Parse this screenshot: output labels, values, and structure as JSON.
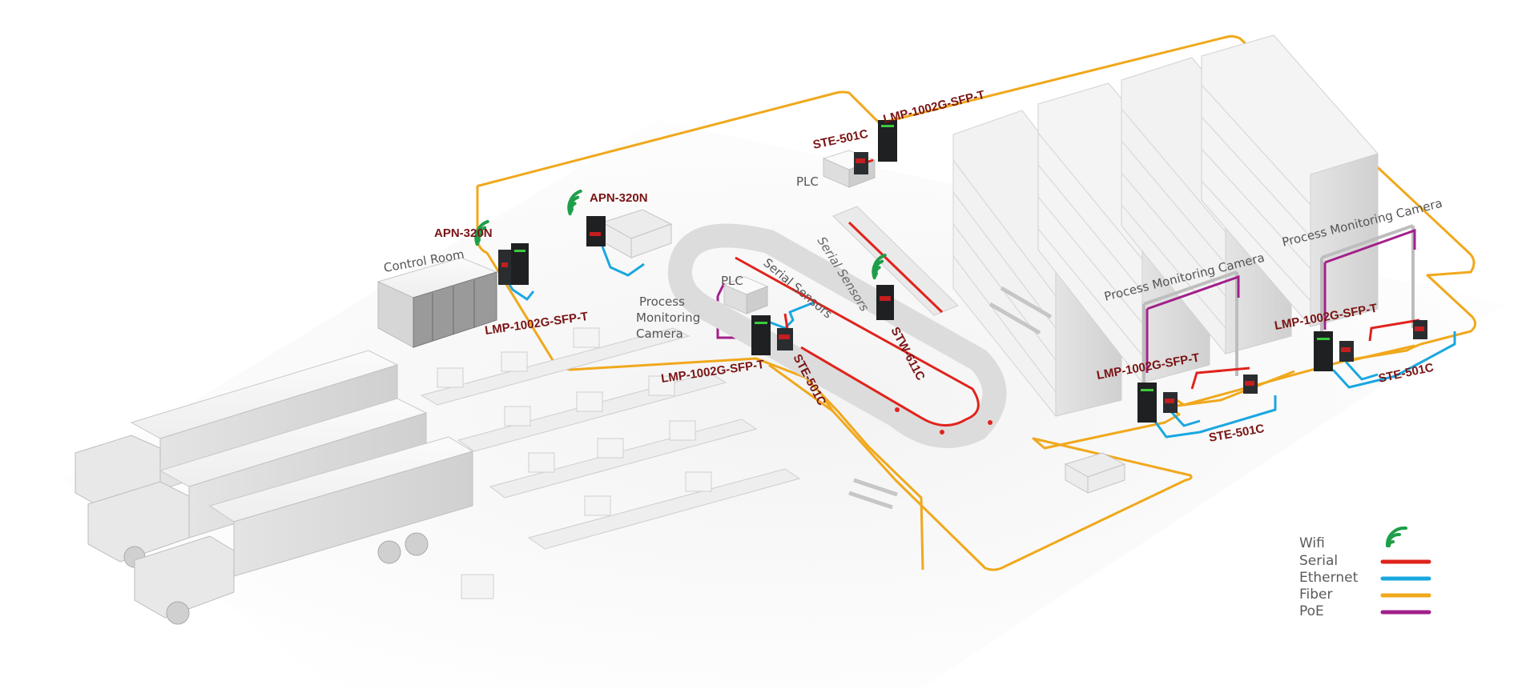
{
  "labels": {
    "apn_left": "APN-320N",
    "apn_forklift": "APN-320N",
    "lmp_control": "LMP-1002G-SFP-T",
    "lmp_top": "LMP-1002G-SFP-T",
    "lmp_mid": "LMP-1002G-SFP-T",
    "lmp_rack1": "LMP-1002G-SFP-T",
    "lmp_rack2": "LMP-1002G-SFP-T",
    "ste_top": "STE-501C",
    "ste_mid": "STE-501C",
    "ste_rack1": "STE-501C",
    "ste_rack2": "STE-501C",
    "stw": "STW-611C",
    "control_room": "Control Room",
    "plc_top": "PLC",
    "plc_mid": "PLC",
    "process_cam_line1": "Process",
    "process_cam_line2": "Monitoring",
    "process_cam_line3": "Camera",
    "process_cam_rack1": "Process Monitoring Camera",
    "process_cam_rack2": "Process Monitoring Camera",
    "serial_sensors_1": "Serial Sensors",
    "serial_sensors_2": "Serial Sensors"
  },
  "legend": [
    {
      "name": "Wifi",
      "color": "#1f9e4a",
      "icon": "wifi-icon"
    },
    {
      "name": "Serial",
      "color": "#e0231c"
    },
    {
      "name": "Ethernet",
      "color": "#1aa7e0"
    },
    {
      "name": "Fiber",
      "color": "#f0a81c"
    },
    {
      "name": "PoE",
      "color": "#a2208a"
    }
  ],
  "colors": {
    "fiber": "#f0a81c",
    "serial": "#e0231c",
    "ethernet": "#1aa7e0",
    "poe": "#a2208a",
    "wifi": "#1f9e4a",
    "device_body": "#2a2d30",
    "device_accent": "#c41e1e"
  }
}
